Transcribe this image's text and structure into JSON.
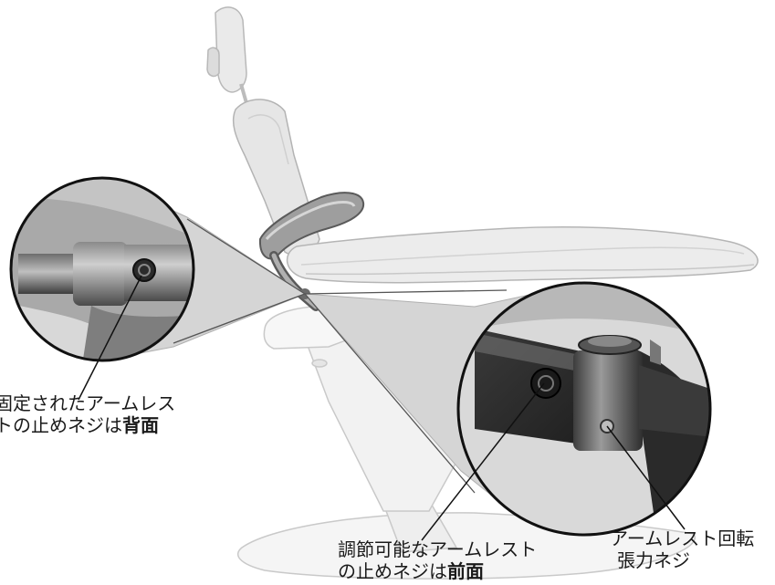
{
  "callouts": {
    "fixed_armrest_screw": {
      "line1": "固定されたアームレス",
      "line2_prefix": "トの止めネジは",
      "line2_bold": "背面"
    },
    "adjustable_armrest_screw": {
      "line1": "調節可能なアームレスト",
      "line2_prefix": "の止めネジは",
      "line2_bold": "前面"
    },
    "rotation_tension_screw": {
      "line1": "アームレスト回転",
      "line2": "張力ネジ"
    }
  }
}
